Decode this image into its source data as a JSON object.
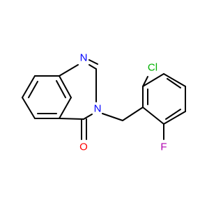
{
  "molecule": {
    "atoms": {
      "n1": {
        "label": "N",
        "color": "#0000ff"
      },
      "n3": {
        "label": "N",
        "color": "#0000ff"
      },
      "o": {
        "label": "O",
        "color": "#ff0000"
      },
      "cl": {
        "label": "Cl",
        "color": "#00b000"
      },
      "f": {
        "label": "F",
        "color": "#b000b0"
      }
    }
  }
}
